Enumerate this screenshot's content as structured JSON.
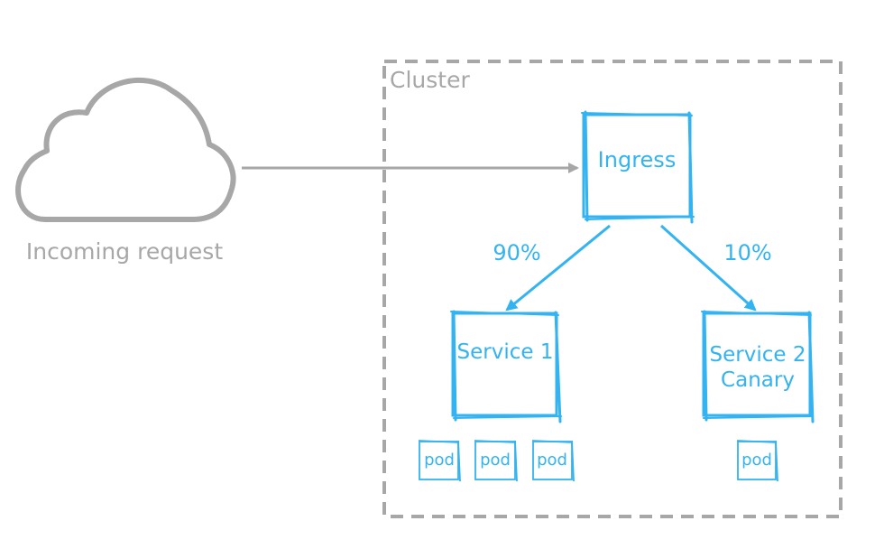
{
  "source": {
    "caption": "Incoming request",
    "icon": "cloud-icon"
  },
  "cluster": {
    "label": "Cluster"
  },
  "ingress": {
    "label": "Ingress"
  },
  "routes": {
    "service1_weight": "90%",
    "service2_weight": "10%"
  },
  "services": {
    "service1": {
      "label": "Service 1"
    },
    "service2": {
      "line1": "Service 2",
      "line2": "Canary"
    }
  },
  "pods": {
    "service1": [
      "pod",
      "pod",
      "pod"
    ],
    "service2": [
      "pod"
    ]
  },
  "colors": {
    "accent_blue": "#33b3f2",
    "neutral_gray": "#a7a7a7"
  }
}
